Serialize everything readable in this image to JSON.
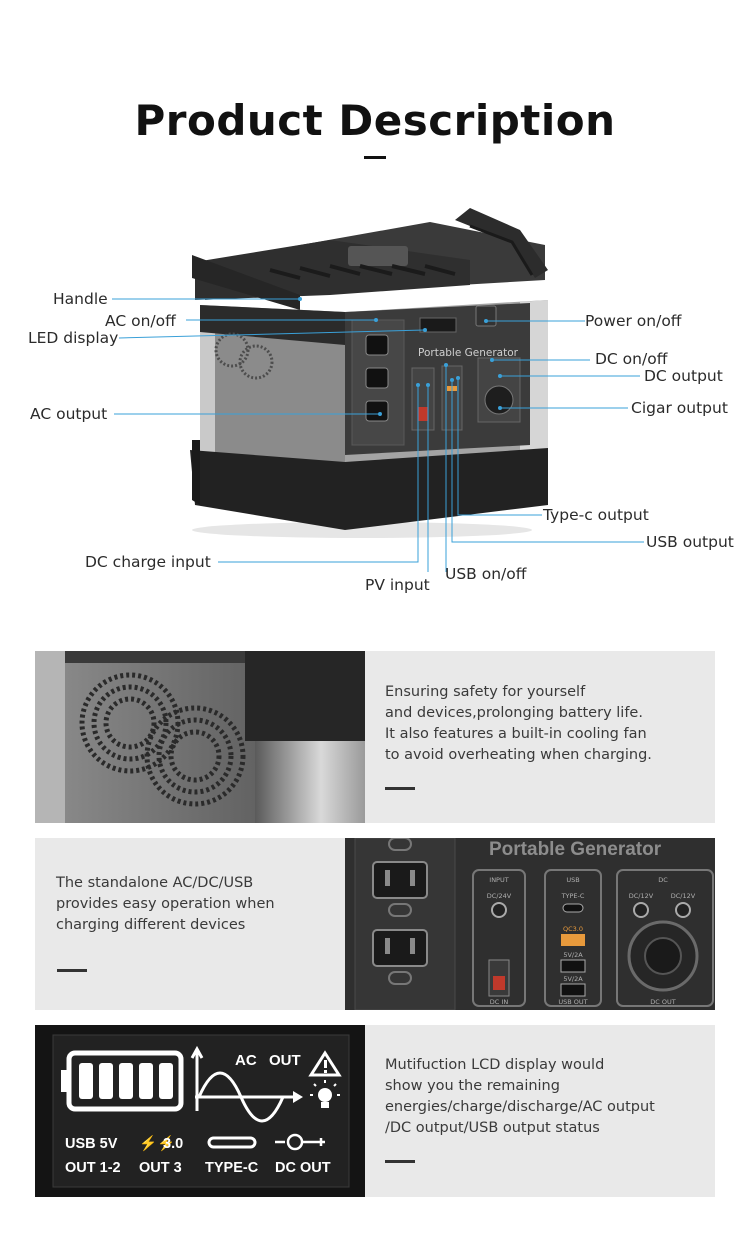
{
  "page": {
    "title": "Product Description"
  },
  "diagram": {
    "device_text": "Portable Generator",
    "labels": {
      "handle": "Handle",
      "ac_onoff": "AC on/off",
      "led_display": "LED display",
      "ac_output": "AC output",
      "dc_charge_input": "DC charge input",
      "pv_input": "PV input",
      "usb_onoff": "USB on/off",
      "power_onoff": "Power on/off",
      "dc_onoff": "DC on/off",
      "dc_output": "DC output",
      "cigar_output": "Cigar output",
      "typec_output": "Type-c output",
      "usb_output": "USB output"
    },
    "colors": {
      "leader_line": "#3aa0d8",
      "body_dark": "#2a2a2a",
      "body_silver": "#9a9a9a"
    }
  },
  "features": [
    {
      "lines": [
        "Ensuring safety for yourself",
        "and devices,prolonging battery life.",
        "It also features a built-in cooling fan",
        "to avoid overheating when charging."
      ]
    },
    {
      "lines": [
        "The standalone AC/DC/USB",
        "provides easy operation when",
        "charging different devices"
      ],
      "image": {
        "brand": "Portable Generator",
        "input_title": "INPUT",
        "input_sub": "DC/24V",
        "input_bottom": "DC IN",
        "usb_title": "USB",
        "usb_typec": "TYPE-C",
        "usb_qc": "QC3.0",
        "usb_5v_a": "5V/2A",
        "usb_5v_b": "5V/2A",
        "usb_bottom": "USB OUT",
        "dc_title": "DC",
        "dc_left": "DC/12V",
        "dc_right": "DC/12V",
        "dc_bottom": "DC OUT"
      }
    },
    {
      "lines": [
        "Mutifuction LCD display would",
        "show you the remaining",
        "energies/charge/discharge/AC output",
        "/DC output/USB output status"
      ],
      "lcd": {
        "ac": "AC",
        "out": "OUT",
        "usb_5v": "USB 5V",
        "out_12": "OUT 1-2",
        "qc": "3.0",
        "out_3": "OUT 3",
        "typec": "TYPE-C",
        "dc_out": "DC OUT"
      }
    }
  ]
}
